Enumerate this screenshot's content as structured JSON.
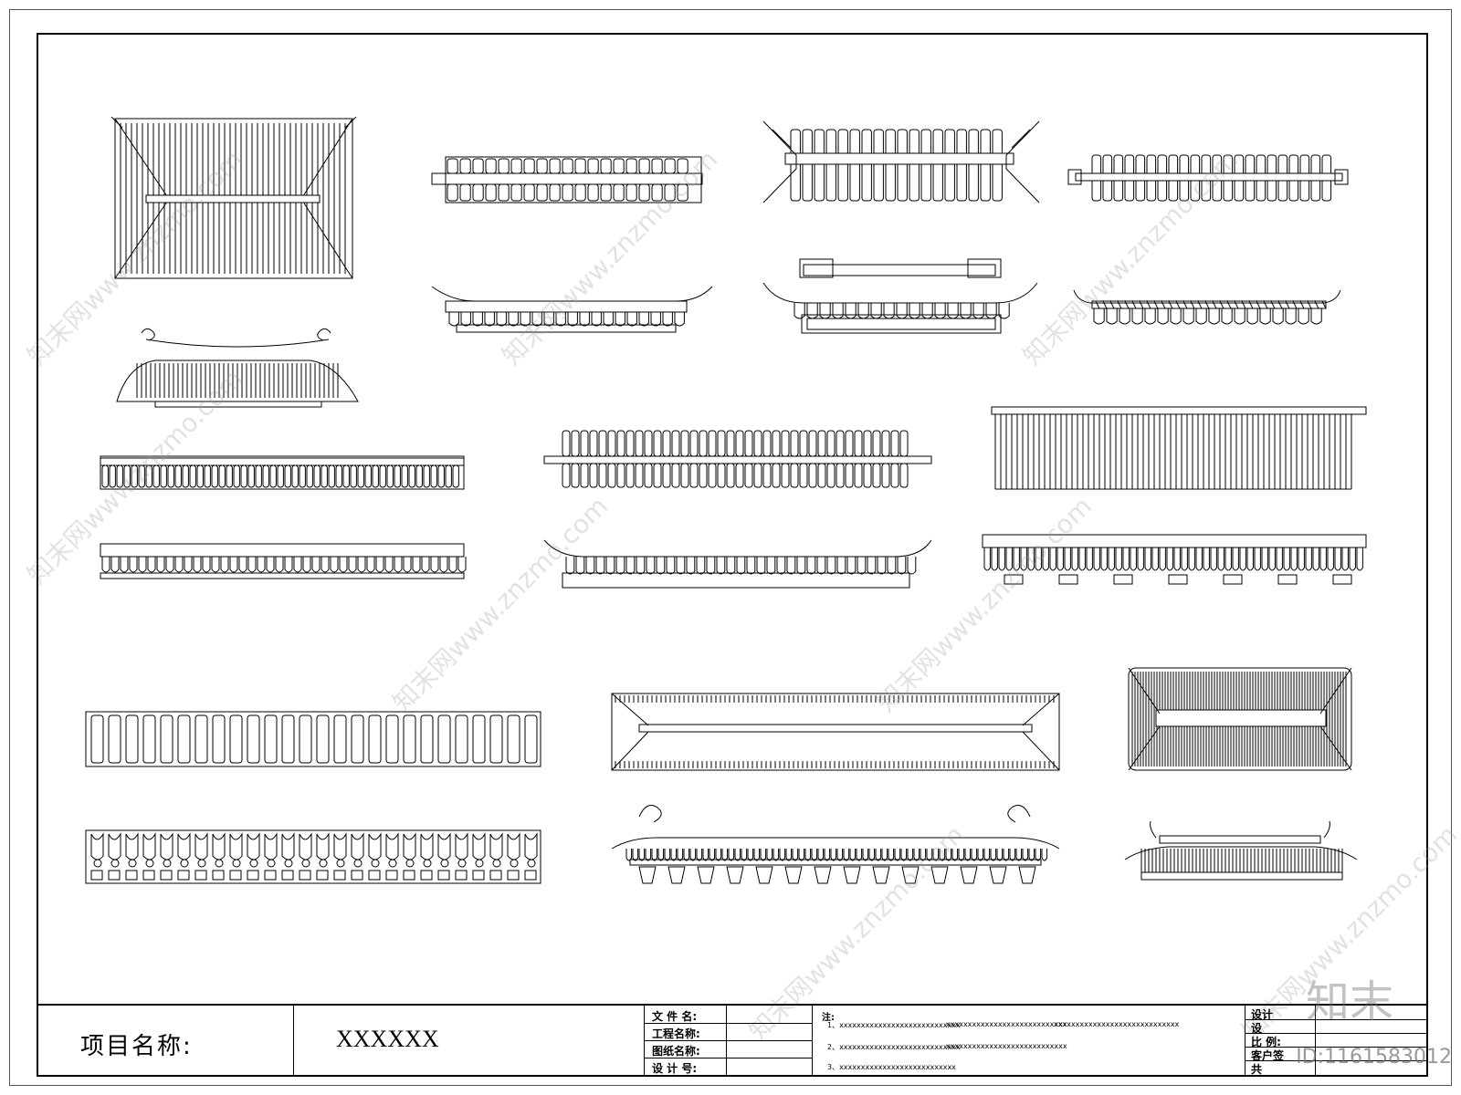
{
  "title_block": {
    "project_label": "项目名称:",
    "project_value": "XXXXXX",
    "fields": [
      "文 件 名:",
      "工程名称:",
      "图纸名称:",
      "设 计 号:"
    ],
    "notes_title": "注:",
    "notes": [
      "1、xxxxxxxxxxxxxxxxxxxxxxxxxxxx",
      "xxxxxxxxxxxxxxxxxxxxxxxxxxxx",
      "xxxxxxxxxxxxxxxxxxxxxxxxxxxxx",
      "2、xxxxxxxxxxxxxxxxxxxxxxxxxxxx",
      "xxxxxxxxxxxxxxxxxxxxxxxxxxxx",
      "3、xxxxxxxxxxxxxxxxxxxxxxxxxxx"
    ],
    "right_fields": [
      "设计",
      "设",
      "比 例:",
      "客户签",
      "共"
    ]
  },
  "watermark": {
    "text": "知末网www.znzmo.com",
    "logo": "知末",
    "id": "ID:1161583012"
  },
  "drawings": [
    {
      "name": "roof-plan-hip",
      "kind": "plan"
    },
    {
      "name": "ridge-plan-straight",
      "kind": "plan"
    },
    {
      "name": "roof-plan-flying-eaves",
      "kind": "plan"
    },
    {
      "name": "ridge-plan-end-caps",
      "kind": "plan"
    },
    {
      "name": "elevation-curved-ridge",
      "kind": "elevation"
    },
    {
      "name": "elevation-upturned-eaves",
      "kind": "elevation"
    },
    {
      "name": "elevation-ornamental-gable",
      "kind": "elevation"
    },
    {
      "name": "elevation-lattice-band",
      "kind": "elevation"
    },
    {
      "name": "wall-coping-plan-1",
      "kind": "plan"
    },
    {
      "name": "wall-coping-plan-2",
      "kind": "plan"
    },
    {
      "name": "wall-coping-plan-3",
      "kind": "plan"
    },
    {
      "name": "wall-coping-elevation-1",
      "kind": "elevation"
    },
    {
      "name": "wall-coping-elevation-2",
      "kind": "elevation"
    },
    {
      "name": "wall-coping-elevation-3",
      "kind": "elevation"
    },
    {
      "name": "tile-strip-plan",
      "kind": "plan"
    },
    {
      "name": "tile-strip-elevation",
      "kind": "elevation"
    },
    {
      "name": "roof-plan-long-hip",
      "kind": "plan"
    },
    {
      "name": "elevation-chiwen-ridge",
      "kind": "elevation"
    },
    {
      "name": "roof-plan-dense",
      "kind": "plan"
    },
    {
      "name": "elevation-small-hall",
      "kind": "elevation"
    }
  ]
}
